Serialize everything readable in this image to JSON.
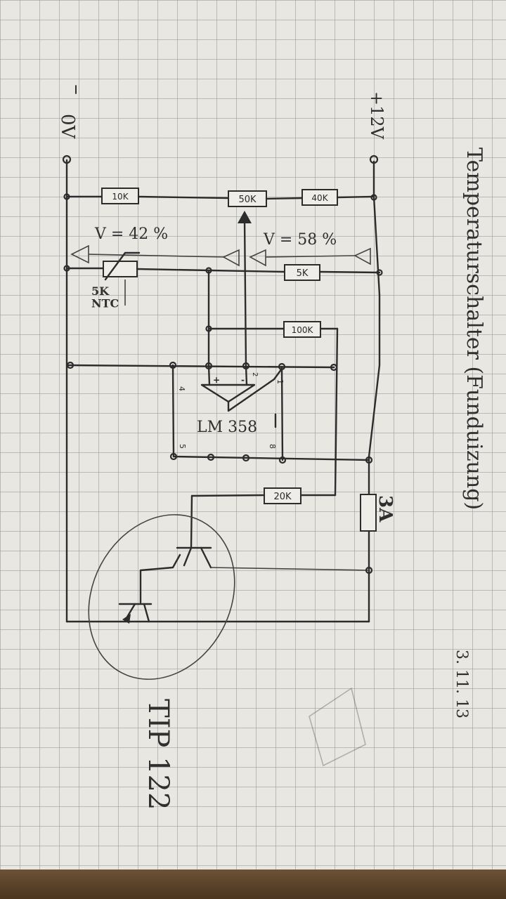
{
  "schematic": {
    "title": "Temperaturschalter (Funduizung)",
    "date": "3. 11. 13",
    "rails": {
      "negative_sign": "–",
      "ground_label": "0V",
      "supply_label": "+12V"
    },
    "resistors": {
      "r1": "10K",
      "pot": "50K",
      "r2": "40K",
      "r3": "5K",
      "r4": "100K",
      "r5": "20K"
    },
    "ntc_label": "5K\nNTC",
    "voltage_left": "V = 42 %",
    "voltage_right": "V = 58 %",
    "opamp": {
      "name": "LM 358",
      "plus": "+",
      "minus": "-",
      "pin4": "4",
      "pin5": "5",
      "pin8": "8",
      "pin1": "1",
      "pin2": "2"
    },
    "fuse_label": "3A",
    "transistor_label": "TIP 122"
  }
}
